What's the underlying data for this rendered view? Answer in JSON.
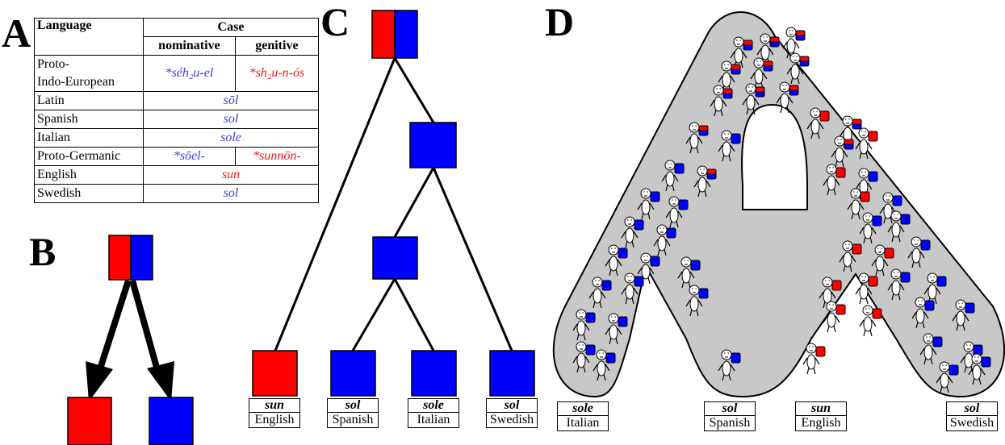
{
  "panels": {
    "a": "A",
    "b": "B",
    "c": "C",
    "d": "D"
  },
  "colors": {
    "nominative_blue": "#0000ff",
    "genitive_red": "#ff0000",
    "text_blue": "#3b3bdc",
    "text_red": "#ea1c1c",
    "population_gray": "#c8c8c8"
  },
  "table": {
    "header": {
      "language": "Language",
      "case": "Case",
      "nominative": "nominative",
      "genitive": "genitive"
    },
    "rows": [
      {
        "language_line1": "Proto-",
        "language_line2": "Indo-European",
        "nominative": "*séh₂u-el",
        "genitive": "*sh₂u-n-ós"
      },
      {
        "language": "Latin",
        "both": "sōl"
      },
      {
        "language": "Spanish",
        "both": "sol"
      },
      {
        "language": "Italian",
        "both": "sole"
      },
      {
        "language": "Proto-Germanic",
        "nominative": "*sōel-",
        "genitive": "*sunnōn-"
      },
      {
        "language": "English",
        "both": "sun"
      },
      {
        "language": "Swedish",
        "both": "sol"
      }
    ]
  },
  "panel_c_leaves": [
    {
      "word": "sun",
      "language": "English"
    },
    {
      "word": "sol",
      "language": "Spanish"
    },
    {
      "word": "sole",
      "language": "Italian"
    },
    {
      "word": "sol",
      "language": "Swedish"
    }
  ],
  "panel_d_leaves": [
    {
      "word": "sole",
      "language": "Italian"
    },
    {
      "word": "sol",
      "language": "Spanish"
    },
    {
      "word": "sun",
      "language": "English"
    },
    {
      "word": "sol",
      "language": "Swedish"
    }
  ]
}
